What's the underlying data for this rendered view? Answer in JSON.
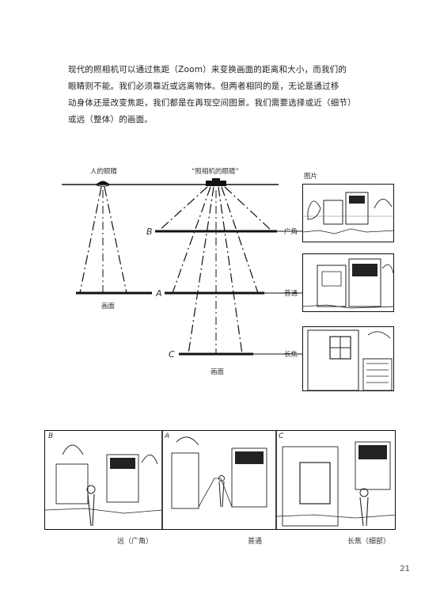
{
  "text": {
    "lines": [
      "现代的照相机可以通过焦距（Zoom）来变换画面的距离和大小，而我们的",
      "眼睛则不能。我们必须靠近或远离物体。但两者相同的是，无论是通过移",
      "动身体还是改变焦距，我们都是在再现空间图景。我们需要选择或近（细节）",
      "或远（整体）的画面。"
    ]
  },
  "diagram": {
    "eye_label": "人的眼睛",
    "camera_label": "“照相机的眼睛”",
    "picture_label": "图片",
    "screen_label_left": "画面",
    "screen_label_right": "画面",
    "letter_a": "A",
    "letter_b": "B",
    "letter_c": "C",
    "side_wide": "广角",
    "side_normal": "普通",
    "side_tele": "长焦"
  },
  "panorama": {
    "letters": [
      "B",
      "A",
      "C"
    ],
    "caption_left": "远（广角）",
    "caption_mid": "普通",
    "caption_right": "长焦（细部）"
  },
  "page_number": "21"
}
